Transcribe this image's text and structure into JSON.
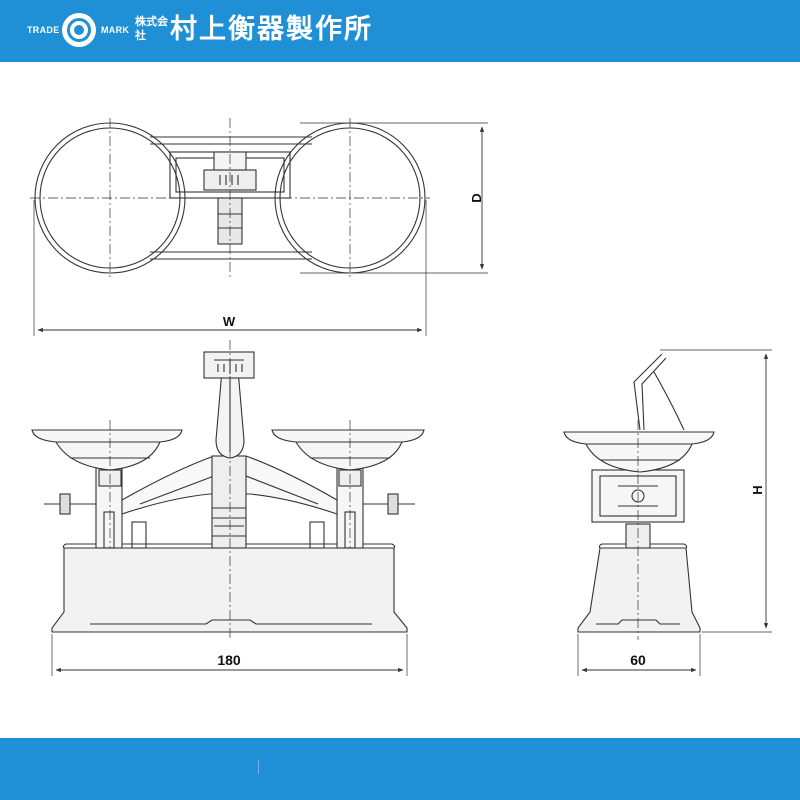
{
  "header": {
    "trade_label": "TRADE",
    "mark_label": "MARK",
    "kabushiki_label": "株式会社",
    "company_name": "村上衡器製作所",
    "background_color": "#1f8fd6"
  },
  "diagram": {
    "dimension_labels": {
      "width_top": "W",
      "depth": "D",
      "base_width": "180",
      "height": "H",
      "side_base_width": "60"
    }
  },
  "footer": {
    "background_color": "#1f8fd6"
  }
}
